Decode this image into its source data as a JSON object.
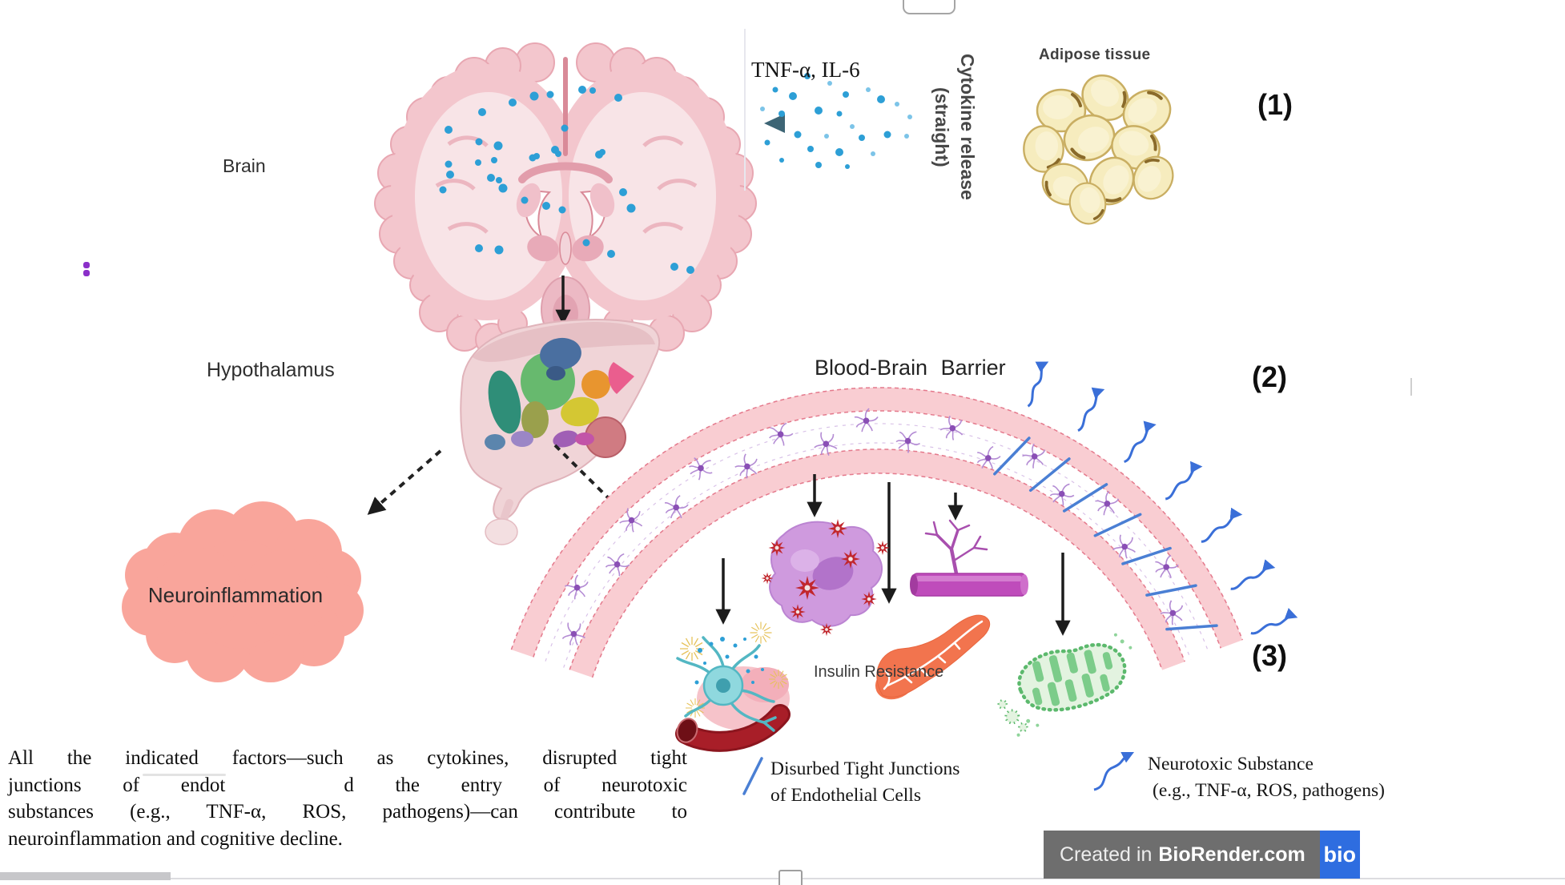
{
  "page": {
    "labels": {
      "brain": "Brain",
      "hypothalamus": "Hypothalamus",
      "neuroinflammation": "Neuroinflammation",
      "blood_brain_barrier": "Blood-Brain Barrier",
      "tnf_il6": "TNF-α, IL-6",
      "cytokine_release_line1": "Cytokine release",
      "cytokine_release_line2": "(straight)",
      "adipose_tissue": "Adipose tissue",
      "insulin_resistance": "Insulin Resistance",
      "step_1": "(1)",
      "step_2": "(2)",
      "step_3": "(3)"
    },
    "legend": {
      "tight_junctions": {
        "icon": "tight-junction-slash-icon",
        "line1": "Disurbed Tight Junctions",
        "line2": "of Endothelial Cells"
      },
      "neurotoxic": {
        "icon": "neurotoxic-wavy-arrow-icon",
        "line1": "Neurotoxic Substance",
        "line2": "(e.g., TNF-α, ROS, pathogens)"
      }
    },
    "caption": {
      "line1": "All the indicated factors—such as cytokines, disrupted tight",
      "line2_part1": "junctions of endot",
      "line2_part2": "d the entry of neurotoxic",
      "line3": "substances (e.g., TNF-α, ROS, pathogens)—can contribute to",
      "line4": "neuroinflammation and cognitive decline."
    },
    "badge": {
      "created_in": "Created in",
      "brand": "BioRender.com",
      "logo": "bio"
    },
    "colors": {
      "cytokine_dot": "#2d9fd6",
      "neuroinflammation_cloud": "#f9a59b",
      "barrier_pink": "#f9cdd2",
      "astrocyte_purple": "#8a4fb5",
      "junction_blue": "#4a7fd4",
      "accent_arrow": "#3a6fd8"
    }
  }
}
